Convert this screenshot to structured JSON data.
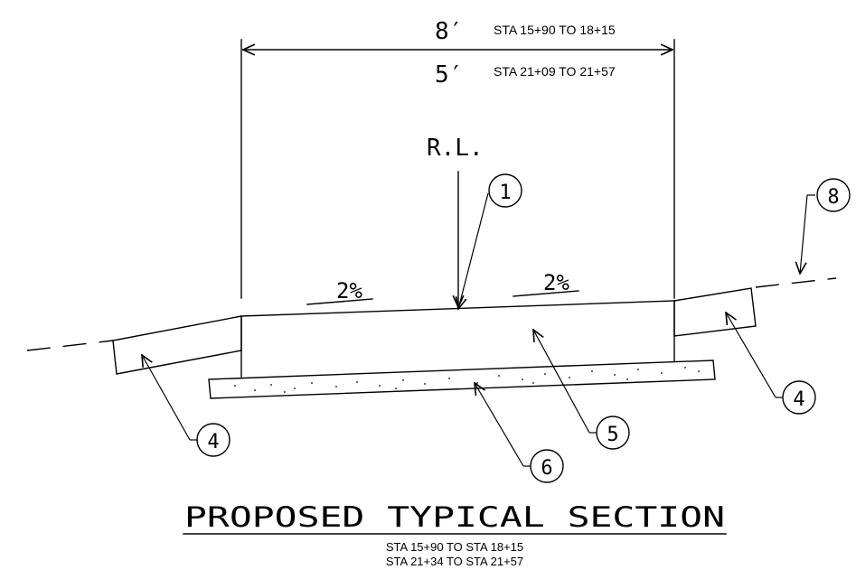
{
  "dimension": {
    "width_top": "8′",
    "width_top_note": "STA 15+90 TO 18+15",
    "width_bottom": "5′",
    "width_bottom_note": "STA 21+09 TO 21+57"
  },
  "reference_line": "R.L.",
  "slopes": {
    "left": "2%",
    "right": "2%"
  },
  "callouts": {
    "c1": "1",
    "c4_left": "4",
    "c4_right": "4",
    "c5": "5",
    "c6": "6",
    "c8": "8"
  },
  "title": {
    "main": "PROPOSED TYPICAL SECTION",
    "line1": "STA 15+90 TO STA 18+15",
    "line2": "STA 21+34 TO STA 21+57"
  }
}
